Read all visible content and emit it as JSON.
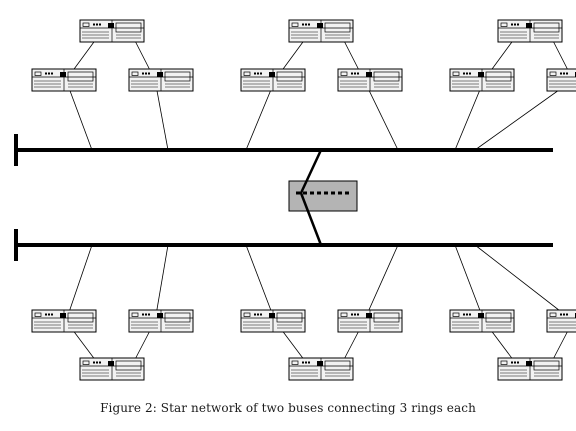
{
  "figure": {
    "caption": "Figure 2: Star network of two buses connecting 3 rings each"
  },
  "diagram": {
    "buses": [
      "bus-top",
      "bus-bottom"
    ],
    "rings_per_bus": 3,
    "nodes_per_ring": 3,
    "colors": {
      "line": "#000000",
      "computer_fill": "#f2f2f2",
      "hub_fill": "#b4b4b4"
    },
    "icons": {
      "computer": "desktop-computer-icon",
      "hub": "central-switch-icon"
    }
  }
}
